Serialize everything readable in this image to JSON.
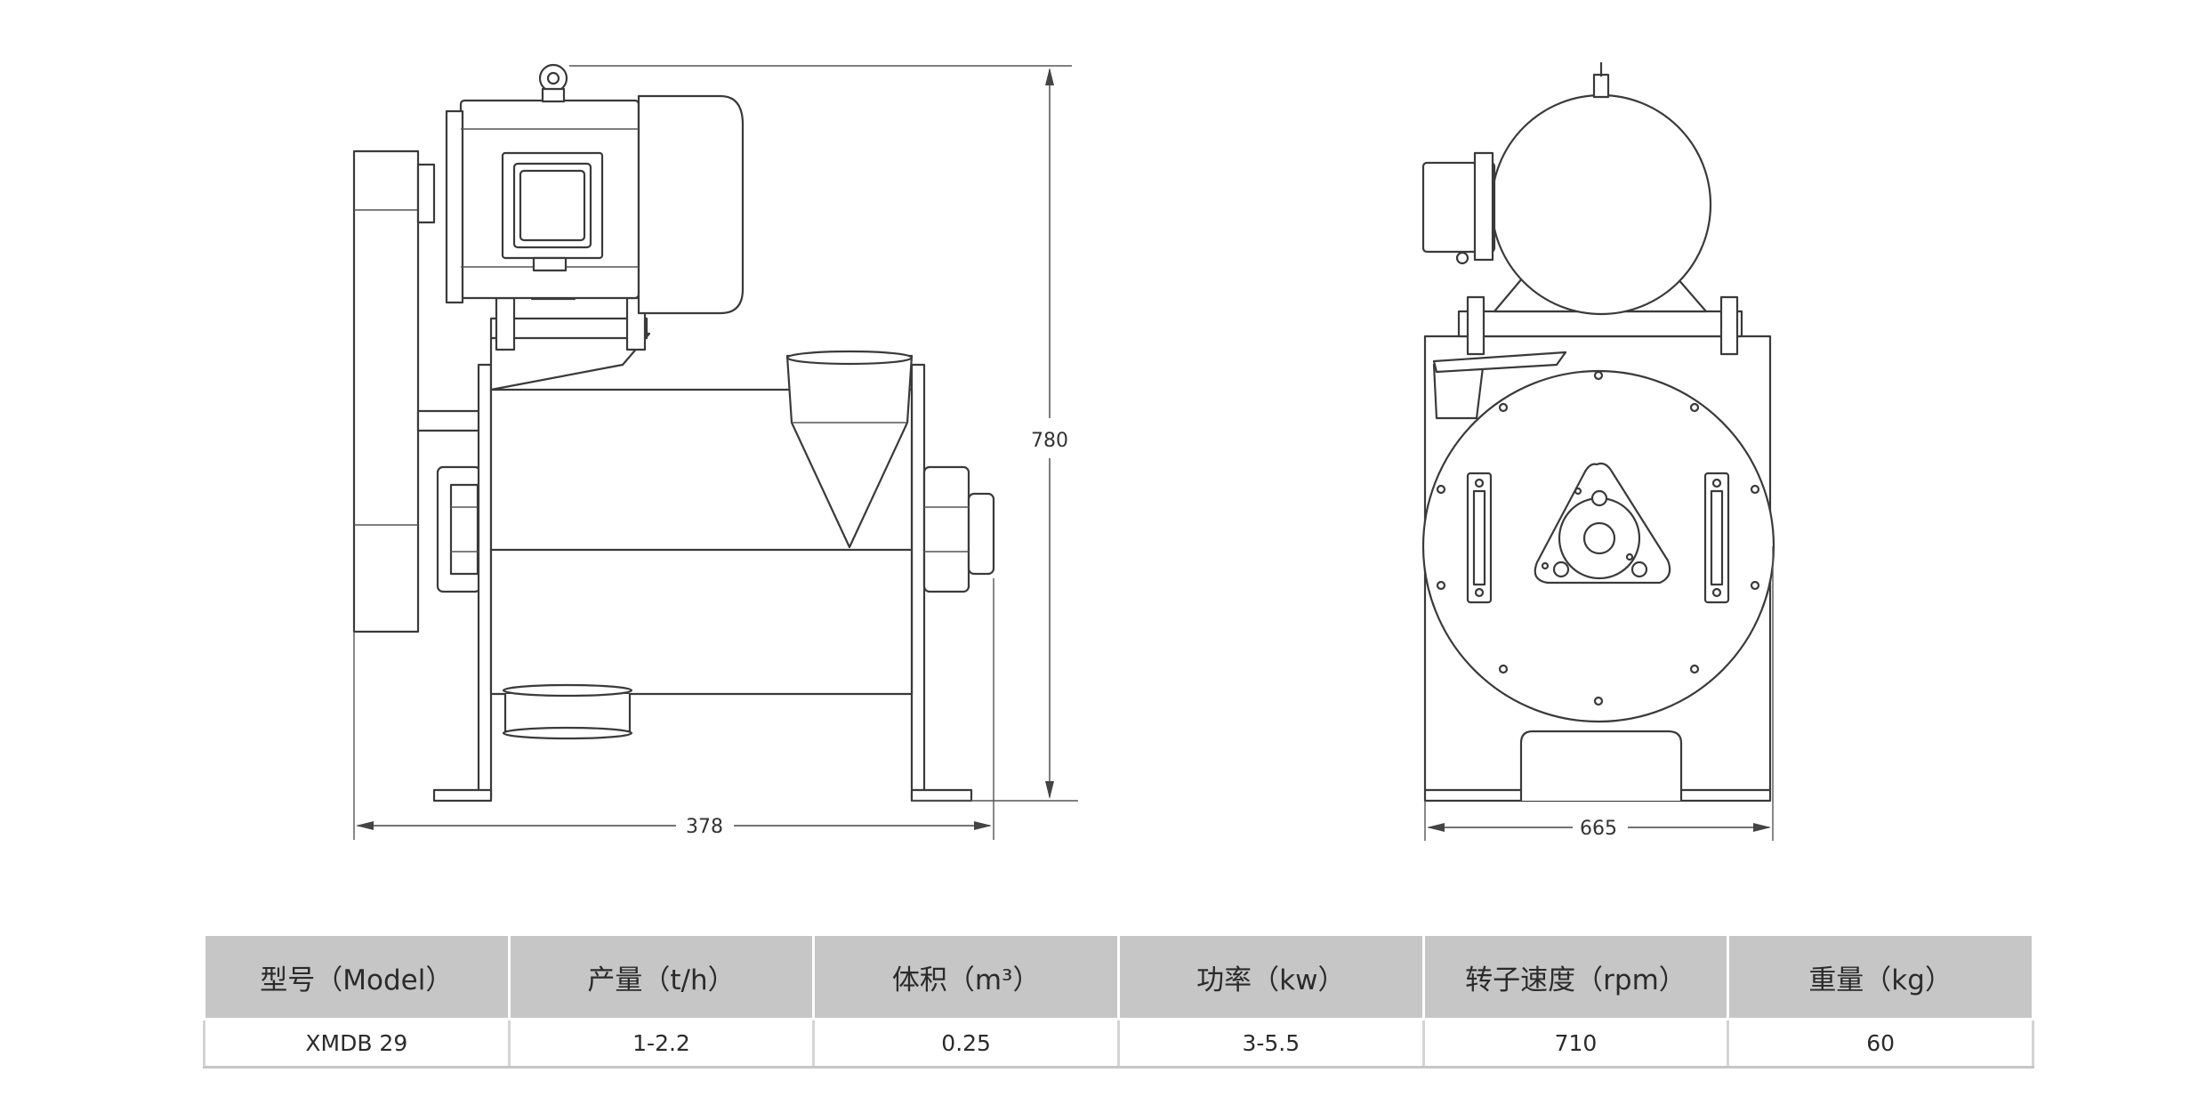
{
  "dimensions": {
    "height_front": "780",
    "width_front": "378",
    "width_side": "665"
  },
  "spec_table": {
    "headers": [
      "型号（Model）",
      "产量（t/h）",
      "体积（m³）",
      "功率（kw）",
      "转子速度（rpm）",
      "重量（kg）"
    ],
    "rows": [
      [
        "XMDB 29",
        "1-2.2",
        "0.25",
        "3-5.5",
        "710",
        "60"
      ]
    ]
  }
}
